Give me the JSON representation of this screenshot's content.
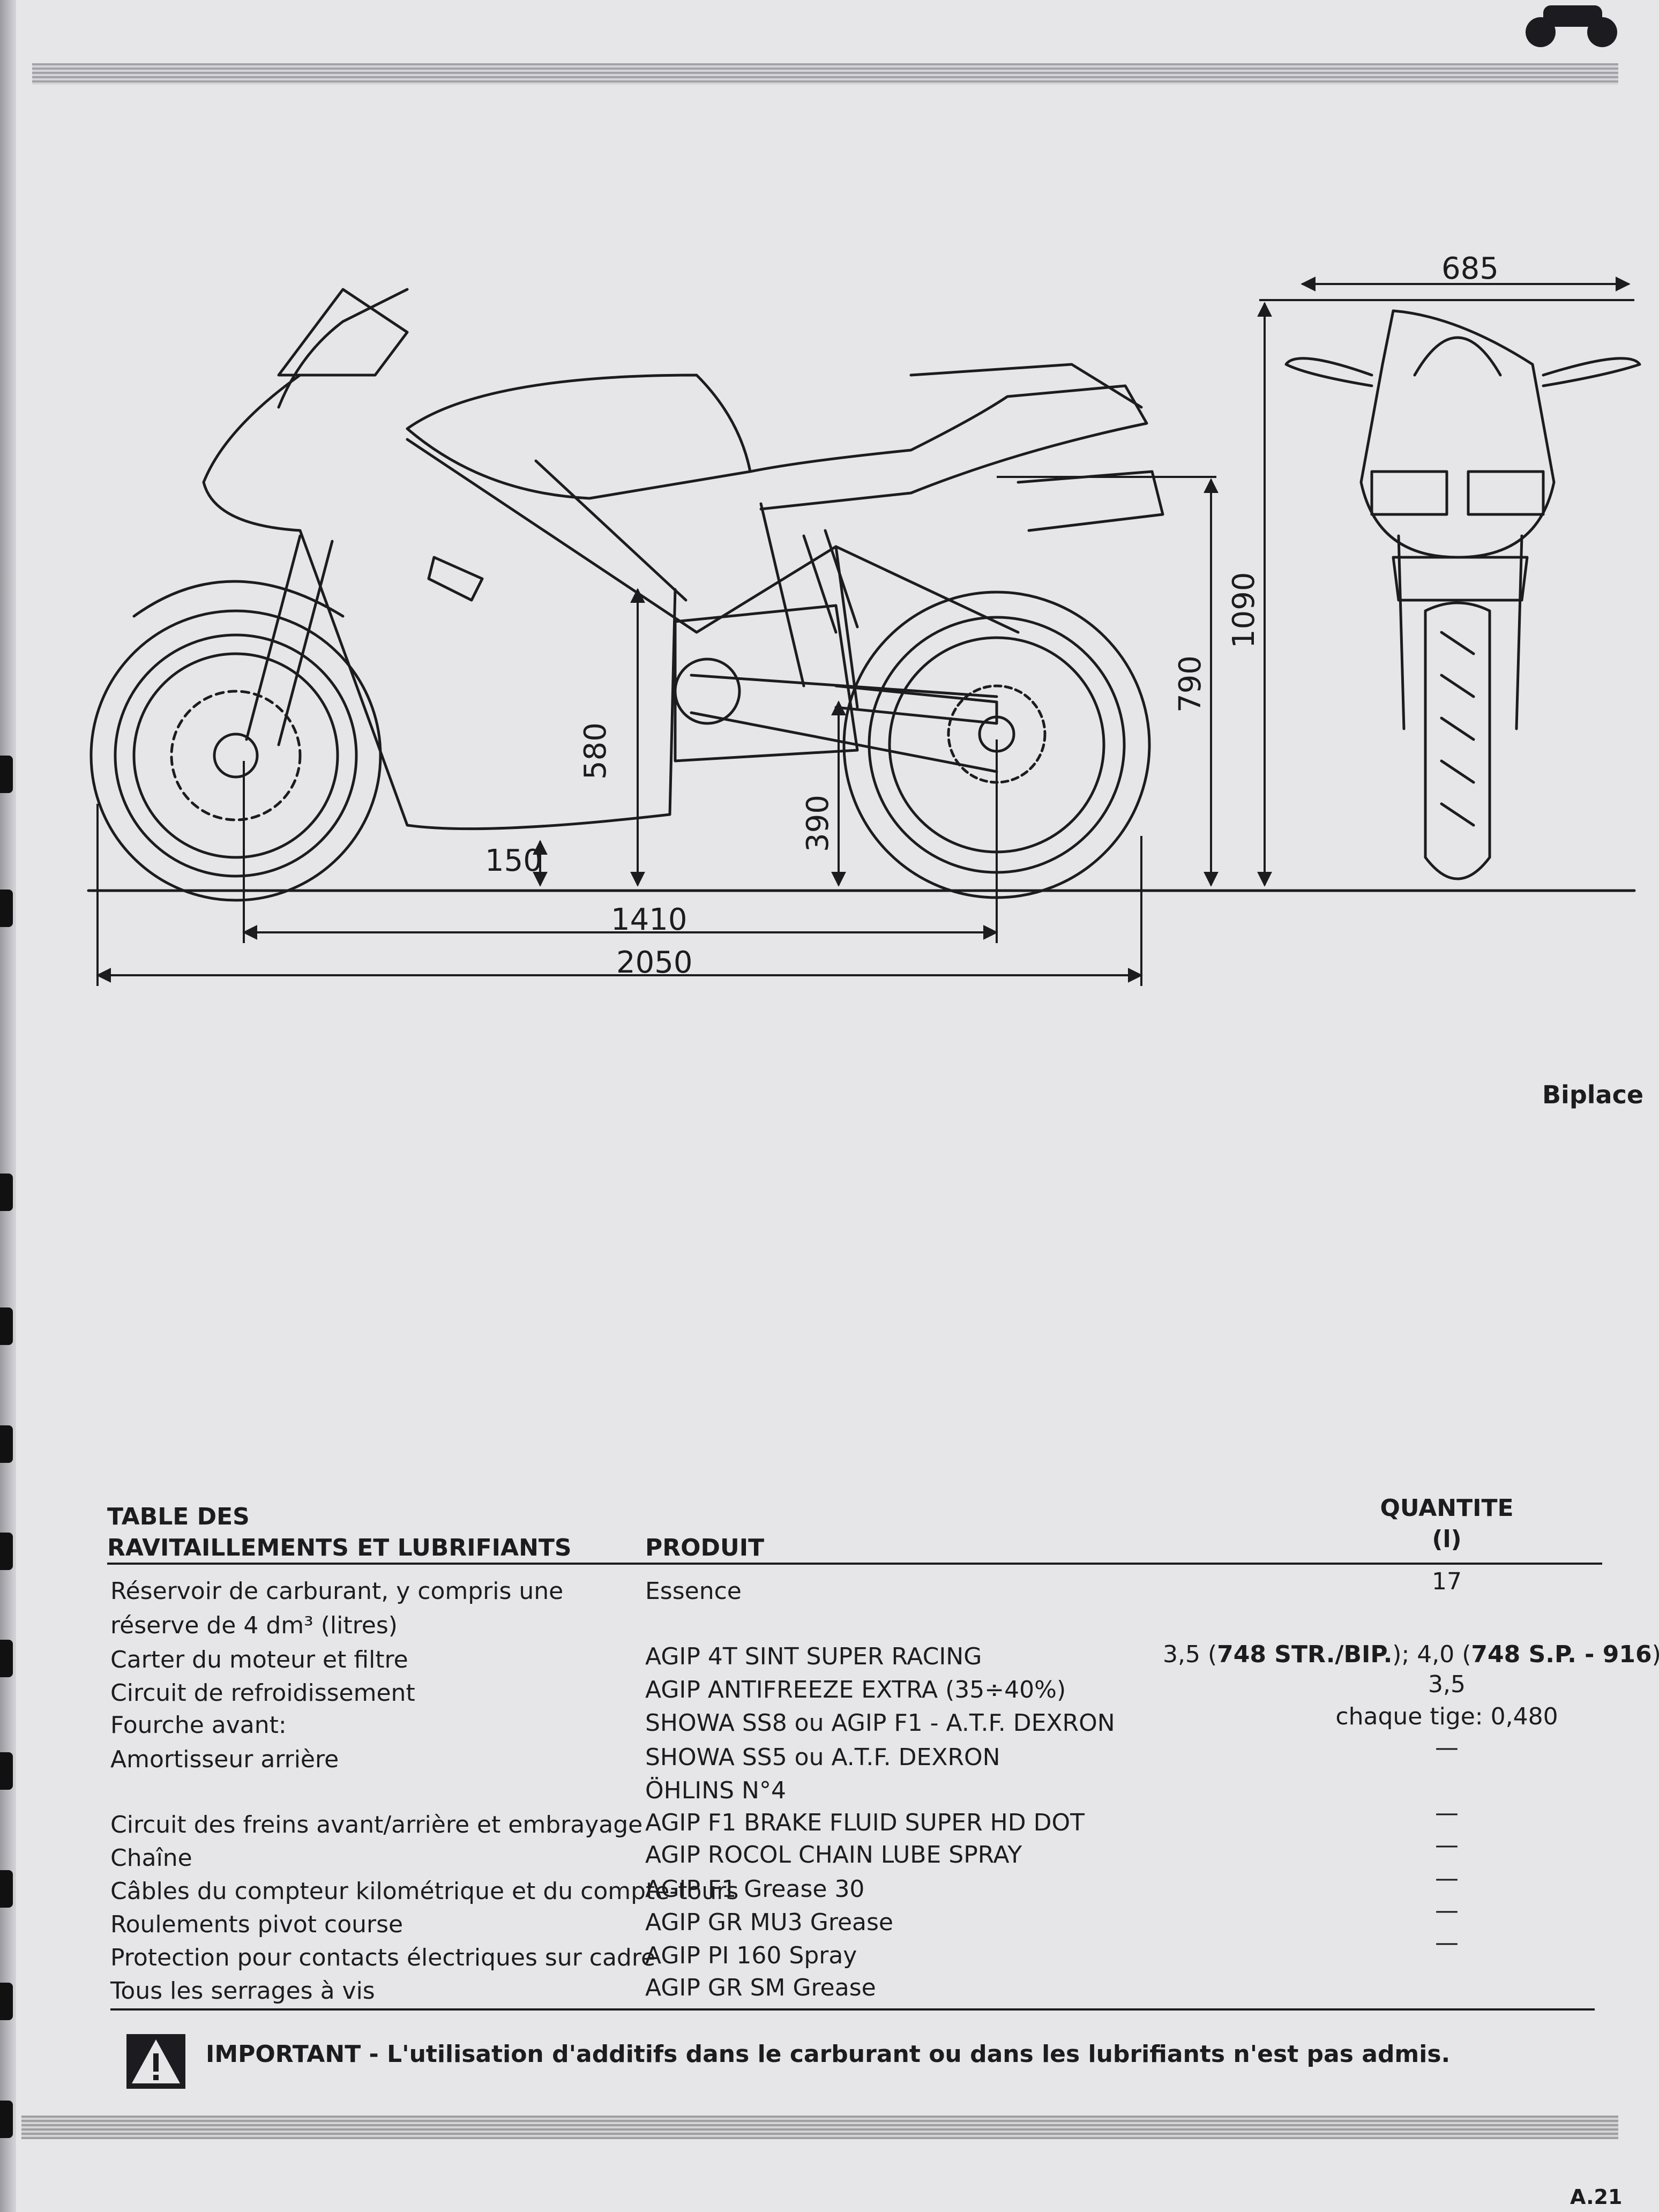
{
  "dimensions": {
    "seat_to_ground": "580",
    "footpeg_height": "390",
    "ground_clearance": "150",
    "wheelbase": "1410",
    "overall_length": "2050",
    "seat_height": "790",
    "overall_height": "1090",
    "overall_width": "685"
  },
  "version_label": "Biplace",
  "table": {
    "title_line1": "TABLE DES",
    "title_line2": "RAVITAILLEMENTS ET LUBRIFIANTS",
    "col_product": "PRODUIT",
    "col_qty_line1": "QUANTITE",
    "col_qty_line2": "(l)",
    "rows": [
      {
        "item1": "Réservoir de carburant, y compris une",
        "item2": "réserve de 4 dm³ (litres)",
        "product": "Essence",
        "qty": "17"
      },
      {
        "item1": "Carter du moteur et filtre",
        "product": "AGIP 4T SINT SUPER RACING",
        "qty_a": "3,5 (",
        "qty_b": "748 STR./BIP.",
        "qty_c": "); 4,0 (",
        "qty_d": "748 S.P. - 916",
        "qty_e": ")"
      },
      {
        "item1": "Circuit de refroidissement",
        "product": "AGIP ANTIFREEZE EXTRA (35÷40%)",
        "qty": "3,5"
      },
      {
        "item1": "Fourche avant:",
        "product": "SHOWA SS8 ou AGIP F1 - A.T.F. DEXRON",
        "qty": "chaque tige: 0,480"
      },
      {
        "item1": "Amortisseur arrière",
        "product": "SHOWA SS5 ou A.T.F. DEXRON",
        "product2": "ÖHLINS N°4",
        "qty": "—"
      },
      {
        "item1": "Circuit des freins avant/arrière et embrayage",
        "product": "AGIP F1 BRAKE FLUID SUPER HD DOT",
        "qty": "—"
      },
      {
        "item1": "Chaîne",
        "product": "AGIP ROCOL CHAIN LUBE SPRAY",
        "qty": "—"
      },
      {
        "item1": "Câbles du compteur kilométrique et du compte-tours",
        "product": "AGIP F1 Grease 30",
        "qty": "—"
      },
      {
        "item1": "Roulements pivot course",
        "product": "AGIP GR MU3 Grease",
        "qty": "—"
      },
      {
        "item1": "Protection pour contacts électriques sur cadre",
        "product": "AGIP PI 160 Spray",
        "qty": "—"
      },
      {
        "item1": "Tous les serrages à vis",
        "product": "AGIP GR SM Grease",
        "qty": ""
      }
    ]
  },
  "warning": {
    "icon": "warning-triangle-icon",
    "text": "IMPORTANT - L'utilisation d'additifs dans le carburant ou dans les lubrifiants n'est pas admis."
  },
  "page_number": "A.21"
}
